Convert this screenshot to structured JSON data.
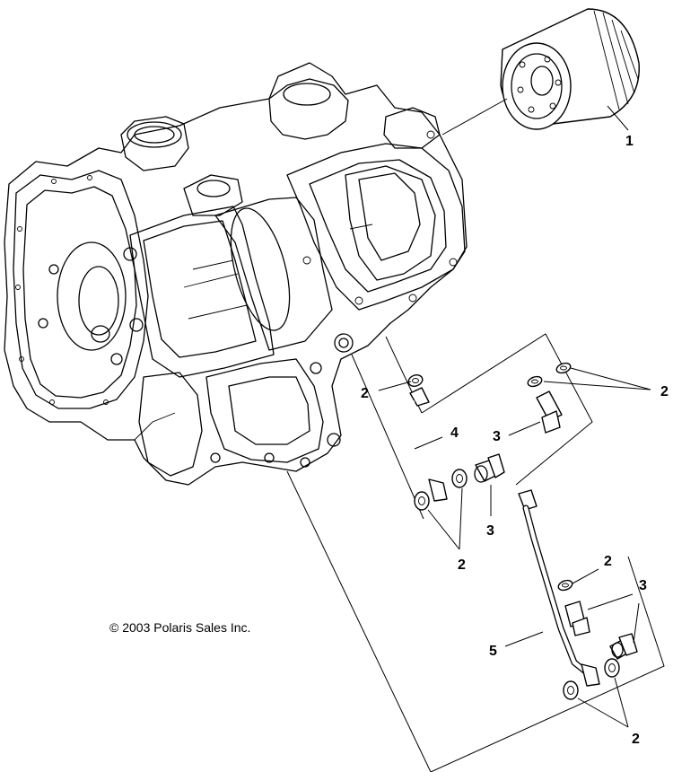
{
  "copyright": "© 2003 Polaris Sales Inc.",
  "callouts": {
    "oil_filter": "1",
    "washer_tube4_top": "2",
    "washers_right": "2",
    "banjo_bolt_upper": "3",
    "tube_upper": "4",
    "banjo_bolt_mid": "3",
    "washers_tube4_bottom": "2",
    "washer_tube5_top": "2",
    "banjo_bolts_lower": "3",
    "tube_lower": "5",
    "washers_tube5_bottom": "2"
  }
}
